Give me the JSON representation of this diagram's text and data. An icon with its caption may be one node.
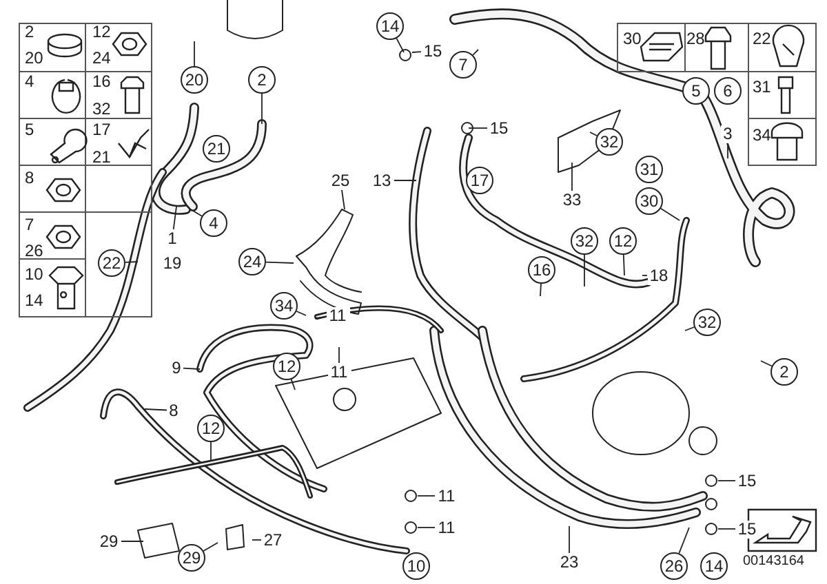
{
  "diagram": {
    "nodes": [
      {
        "text": [
          "20"
        ]
      },
      {
        "text": [
          "2"
        ]
      },
      {
        "text": [
          "21"
        ]
      },
      {
        "text": [
          "4"
        ]
      },
      {
        "text": [
          "1"
        ]
      },
      {
        "text": [
          "22"
        ]
      },
      {
        "text": [
          "14"
        ]
      },
      {
        "text": [
          "15"
        ]
      },
      {
        "text": [
          "7"
        ]
      },
      {
        "text": [
          "15"
        ]
      },
      {
        "text": [
          "13"
        ]
      },
      {
        "text": [
          "17"
        ]
      },
      {
        "text": [
          "25"
        ]
      },
      {
        "text": [
          "24"
        ]
      },
      {
        "text": [
          "34"
        ]
      },
      {
        "text": [
          "11"
        ]
      },
      {
        "text": [
          "11"
        ]
      },
      {
        "text": [
          "9"
        ]
      },
      {
        "text": [
          "12"
        ]
      },
      {
        "text": [
          "8"
        ]
      },
      {
        "text": [
          "12"
        ]
      },
      {
        "text": [
          "29"
        ]
      },
      {
        "text": [
          "27"
        ]
      },
      {
        "text": [
          "29"
        ]
      },
      {
        "text": [
          "11"
        ]
      },
      {
        "text": [
          "11"
        ]
      },
      {
        "text": [
          "10"
        ]
      },
      {
        "text": [
          "23"
        ]
      },
      {
        "text": [
          "26"
        ]
      },
      {
        "text": [
          "14"
        ]
      },
      {
        "text": [
          "15"
        ]
      },
      {
        "text": [
          "15"
        ]
      },
      {
        "text": [
          "2"
        ]
      },
      {
        "text": [
          "32"
        ]
      },
      {
        "text": [
          "32"
        ]
      },
      {
        "text": [
          "12"
        ]
      },
      {
        "text": [
          "18"
        ]
      },
      {
        "text": [
          "16"
        ]
      },
      {
        "text": [
          "31"
        ]
      },
      {
        "text": [
          "30"
        ]
      },
      {
        "text": [
          "32"
        ]
      },
      {
        "text": [
          "33"
        ]
      },
      {
        "text": [
          "3"
        ]
      },
      {
        "text": [
          "5"
        ]
      },
      {
        "text": [
          "6"
        ]
      },
      {
        "text": [
          "19"
        ]
      }
    ],
    "edges": [
      {
        "from": 0,
        "to": null,
        "arrow": "none"
      },
      {
        "from": 1,
        "to": null,
        "arrow": "none"
      },
      {
        "from": 3,
        "to": null,
        "arrow": "none"
      },
      {
        "from": 4,
        "to": null,
        "arrow": "none"
      },
      {
        "from": 5,
        "to": null,
        "arrow": "none"
      },
      {
        "from": 6,
        "to": null,
        "arrow": "none"
      },
      {
        "from": 7,
        "to": null,
        "arrow": "none"
      },
      {
        "from": 8,
        "to": null,
        "arrow": "none"
      },
      {
        "from": 9,
        "to": null,
        "arrow": "none"
      },
      {
        "from": 10,
        "to": null,
        "arrow": "none"
      },
      {
        "from": 12,
        "to": null,
        "arrow": "none"
      },
      {
        "from": 13,
        "to": null,
        "arrow": "none"
      },
      {
        "from": 14,
        "to": null,
        "arrow": "none"
      },
      {
        "from": 15,
        "to": null,
        "arrow": "none"
      },
      {
        "from": 16,
        "to": null,
        "arrow": "none"
      },
      {
        "from": 17,
        "to": null,
        "arrow": "none"
      },
      {
        "from": 18,
        "to": null,
        "arrow": "none"
      },
      {
        "from": 19,
        "to": null,
        "arrow": "none"
      },
      {
        "from": 20,
        "to": null,
        "arrow": "none"
      },
      {
        "from": 21,
        "to": null,
        "arrow": "none"
      },
      {
        "from": 22,
        "to": null,
        "arrow": "none"
      },
      {
        "from": 23,
        "to": null,
        "arrow": "none"
      },
      {
        "from": 24,
        "to": null,
        "arrow": "none"
      },
      {
        "from": 25,
        "to": null,
        "arrow": "none"
      },
      {
        "from": 27,
        "to": null,
        "arrow": "none"
      },
      {
        "from": 28,
        "to": null,
        "arrow": "none"
      },
      {
        "from": 30,
        "to": null,
        "arrow": "none"
      },
      {
        "from": 31,
        "to": null,
        "arrow": "none"
      },
      {
        "from": 32,
        "to": null,
        "arrow": "none"
      },
      {
        "from": 33,
        "to": null,
        "arrow": "none"
      },
      {
        "from": 34,
        "to": null,
        "arrow": "none"
      },
      {
        "from": 35,
        "to": null,
        "arrow": "none"
      },
      {
        "from": 36,
        "to": null,
        "arrow": "none"
      },
      {
        "from": 37,
        "to": null,
        "arrow": "none"
      },
      {
        "from": 39,
        "to": null,
        "arrow": "none"
      },
      {
        "from": 40,
        "to": null,
        "arrow": "none"
      },
      {
        "from": 41,
        "to": null,
        "arrow": "none"
      },
      {
        "from": 42,
        "to": null,
        "arrow": "none"
      }
    ],
    "labels": [
      "2",
      "20",
      "12",
      "24",
      "4",
      "16",
      "32",
      "5",
      "17",
      "21",
      "8",
      "7",
      "26",
      "10",
      "14",
      "30",
      "28",
      "22",
      "31",
      "34",
      "00143164"
    ]
  }
}
